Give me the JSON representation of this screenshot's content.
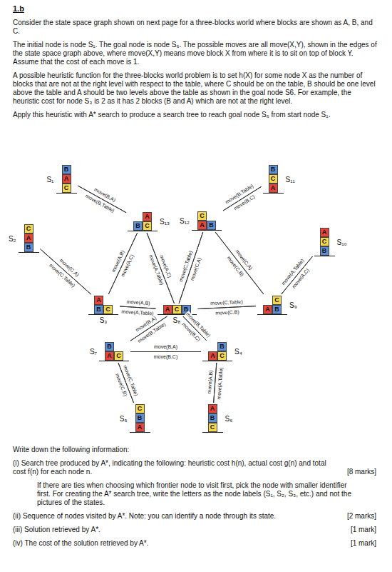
{
  "diagram": {
    "title": "1.b",
    "nodes": [
      {
        "text": [
          "S₁"
        ]
      },
      {
        "text": [
          "B"
        ],
        "in": 0
      },
      {
        "text": [
          "A"
        ],
        "in": 0
      },
      {
        "text": [
          "C"
        ],
        "in": 0
      },
      {
        "text": [
          "S₁₁"
        ]
      },
      {
        "text": [
          "B"
        ],
        "in": 4
      },
      {
        "text": [
          "C"
        ],
        "in": 4
      },
      {
        "text": [
          "A"
        ],
        "in": 4
      },
      {
        "text": [
          "S₁₃"
        ]
      },
      {
        "text": [
          "A"
        ],
        "in": 8
      },
      {
        "text": [
          "B"
        ],
        "in": 8
      },
      {
        "text": [
          "C"
        ],
        "in": 8
      },
      {
        "text": [
          "S₁₂"
        ]
      },
      {
        "text": [
          "C"
        ],
        "in": 12
      },
      {
        "text": [
          "A"
        ],
        "in": 12
      },
      {
        "text": [
          "B"
        ],
        "in": 12
      },
      {
        "text": [
          "S₂"
        ]
      },
      {
        "text": [
          "C"
        ],
        "in": 16
      },
      {
        "text": [
          "A"
        ],
        "in": 16
      },
      {
        "text": [
          "B"
        ],
        "in": 16
      },
      {
        "text": [
          "S₁₀"
        ]
      },
      {
        "text": [
          "A"
        ],
        "in": 20
      },
      {
        "text": [
          "C"
        ],
        "in": 20
      },
      {
        "text": [
          "B"
        ],
        "in": 20
      },
      {
        "text": [
          "S₃"
        ]
      },
      {
        "text": [
          "A"
        ],
        "in": 24
      },
      {
        "text": [
          "B"
        ],
        "in": 24
      },
      {
        "text": [
          "C"
        ],
        "in": 24
      },
      {
        "text": [
          "S₈"
        ]
      },
      {
        "text": [
          "A"
        ],
        "in": 28
      },
      {
        "text": [
          "C"
        ],
        "in": 28
      },
      {
        "text": [
          "B"
        ],
        "in": 28
      },
      {
        "text": [
          "S₉"
        ]
      },
      {
        "text": [
          "C"
        ],
        "in": 32
      },
      {
        "text": [
          "A"
        ],
        "in": 32
      },
      {
        "text": [
          "B"
        ],
        "in": 32
      },
      {
        "text": [
          "S₇"
        ]
      },
      {
        "text": [
          "B"
        ],
        "in": 36
      },
      {
        "text": [
          "A"
        ],
        "in": 36
      },
      {
        "text": [
          "C"
        ],
        "in": 36
      },
      {
        "text": [
          "S₄"
        ]
      },
      {
        "text": [
          "B"
        ],
        "in": 40
      },
      {
        "text": [
          "A"
        ],
        "in": 40
      },
      {
        "text": [
          "C"
        ],
        "in": 40
      },
      {
        "text": [
          "S₅"
        ]
      },
      {
        "text": [
          "C"
        ],
        "in": 44
      },
      {
        "text": [
          "B"
        ],
        "in": 44
      },
      {
        "text": [
          "A"
        ],
        "in": 44
      },
      {
        "text": [
          "S₆"
        ]
      },
      {
        "text": [
          "A"
        ],
        "in": 48
      },
      {
        "text": [
          "B"
        ],
        "in": 48
      },
      {
        "text": [
          "C"
        ],
        "in": 48
      }
    ],
    "edges": [
      {
        "from": 0,
        "to": 8,
        "arrow": "none",
        "label": "move(B,Table)"
      },
      {
        "from": 8,
        "to": 0,
        "arrow": "none",
        "label": "move(B,A)"
      },
      {
        "from": 16,
        "to": 24,
        "arrow": "none",
        "label": "move(C,Table)"
      },
      {
        "from": 24,
        "to": 16,
        "arrow": "none",
        "label": "move(C,A)"
      },
      {
        "from": 8,
        "to": 24,
        "arrow": "none",
        "label": "move(A,B)"
      },
      {
        "from": 24,
        "to": 8,
        "arrow": "none",
        "label": "move(A,C)"
      },
      {
        "from": 8,
        "to": 28,
        "arrow": "none",
        "label": "move(A,Table)"
      },
      {
        "from": 28,
        "to": 8,
        "arrow": "none",
        "label": "move(A,C)"
      },
      {
        "from": 24,
        "to": 28,
        "arrow": "none",
        "label": "move(A,Table)"
      },
      {
        "from": 28,
        "to": 24,
        "arrow": "none",
        "label": "move(A,B)"
      },
      {
        "from": 12,
        "to": 4,
        "arrow": "none",
        "label": "move(B,C)"
      },
      {
        "from": 4,
        "to": 12,
        "arrow": "none",
        "label": "move(B,Table)"
      },
      {
        "from": 20,
        "to": 32,
        "arrow": "none",
        "label": "move(A,Table)"
      },
      {
        "from": 32,
        "to": 20,
        "arrow": "none",
        "label": "move(A,C)"
      },
      {
        "from": 12,
        "to": 28,
        "arrow": "none",
        "label": "move(C,Table)"
      },
      {
        "from": 28,
        "to": 12,
        "arrow": "none",
        "label": "move(C,A)"
      },
      {
        "from": 12,
        "to": 32,
        "arrow": "none",
        "label": "move(C,B)"
      },
      {
        "from": 32,
        "to": 12,
        "arrow": "none",
        "label": "move(C,A)"
      },
      {
        "from": 32,
        "to": 28,
        "arrow": "none",
        "label": "move(C,Table)"
      },
      {
        "from": 28,
        "to": 32,
        "arrow": "none",
        "label": "move(C,B)"
      },
      {
        "from": 28,
        "to": 36,
        "arrow": "none",
        "label": "move(B,A)"
      },
      {
        "from": 36,
        "to": 28,
        "arrow": "none",
        "label": "move(B,Table)"
      },
      {
        "from": 28,
        "to": 40,
        "arrow": "none",
        "label": "move(B,C)"
      },
      {
        "from": 40,
        "to": 28,
        "arrow": "none",
        "label": "move(B,Table)"
      },
      {
        "from": 36,
        "to": 40,
        "arrow": "none",
        "label": "move(B,C)"
      },
      {
        "from": 40,
        "to": 36,
        "arrow": "none",
        "label": "move(B,A)"
      },
      {
        "from": 36,
        "to": 44,
        "arrow": "none",
        "label": "move(C,B)"
      },
      {
        "from": 44,
        "to": 36,
        "arrow": "none",
        "label": "move(C,Table)"
      },
      {
        "from": 40,
        "to": 48,
        "arrow": "none",
        "label": "move(A,B)"
      },
      {
        "from": 48,
        "to": 40,
        "arrow": "none",
        "label": "move(A,Table)"
      }
    ],
    "labels": [
      "Consider the state space graph shown on next page for a three-blocks world where blocks are shown as A, B, and C.",
      "The initial node is node S₁. The goal node is node S₆. The possible moves are all move(X,Y), shown in the edges of the state space graph above, where move(X,Y) means move block X from where it is to sit on top of block Y. Assume that the cost of each move is 1.",
      "A possible heuristic function for the three-blocks world problem is to set h(X) for some node X as the number of blocks that are not at the right level with respect to the table, where C should be on the table, B should be one level above the table and A should be two levels above the table as shown in the goal node S6. For example, the heuristic cost for node S₃ is 2 as it has 2 blocks (B and A) which are not at the right level.",
      "Apply this heuristic with A* search to produce a search tree to reach goal node S₆ from start node S₁.",
      "Write down the following information:",
      "(i) Search tree produced by A*, indicating the following: heuristic cost h(n), actual cost g(n) and total cost f(n) for each node n.",
      "[8 marks]",
      "If there are ties when choosing which frontier node to visit first, pick the node with smaller identifier first. For creating the A* search tree, write the letters as the node labels (S₁, S₂, S₃, etc.) and not the pictures of the states.",
      "(ii) Sequence of nodes visited by A*. Note: you can identify a node through its state.",
      "[2 marks]",
      "(iii) Solution retrieved by A*.",
      "[1 mark]",
      "(iv) The cost of the solution retrieved by A*.",
      "[1 mark]"
    ]
  }
}
